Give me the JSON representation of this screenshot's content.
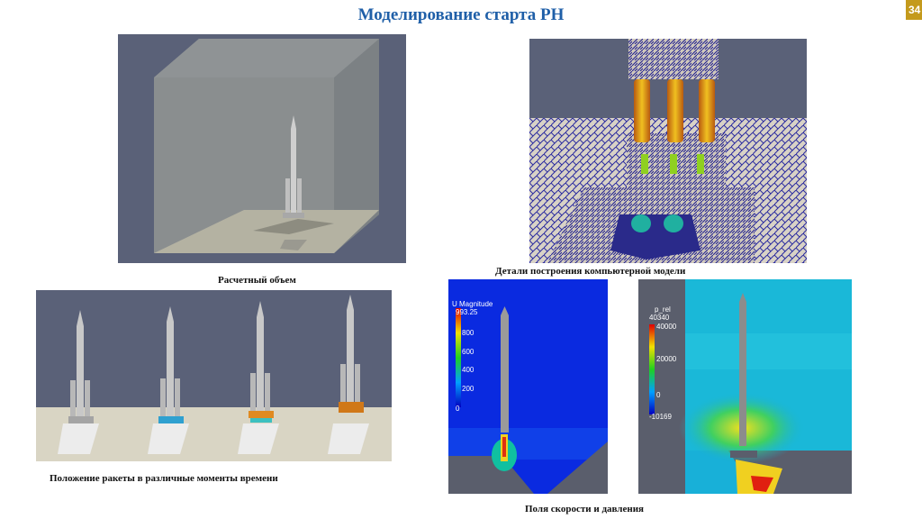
{
  "slide": {
    "title": "Моделирование старта РН",
    "page_number": "34",
    "accent_color": "#1f5fa8",
    "badge_color": "#c49a1c"
  },
  "captions": {
    "volume": "Расчетный объем",
    "details": "Детали построения компьютерной модели",
    "positions": "Положение ракеты в различные моменты времени",
    "fields": "Поля скорости и давления"
  },
  "velocity_legend": {
    "title": "U Magnitude",
    "max": "993.25",
    "ticks": [
      "800",
      "600",
      "400",
      "200",
      "0"
    ]
  },
  "pressure_legend": {
    "title": "p_rel",
    "max": "40340",
    "ticks": [
      "40000",
      "20000",
      "0"
    ],
    "min": "-10169"
  }
}
